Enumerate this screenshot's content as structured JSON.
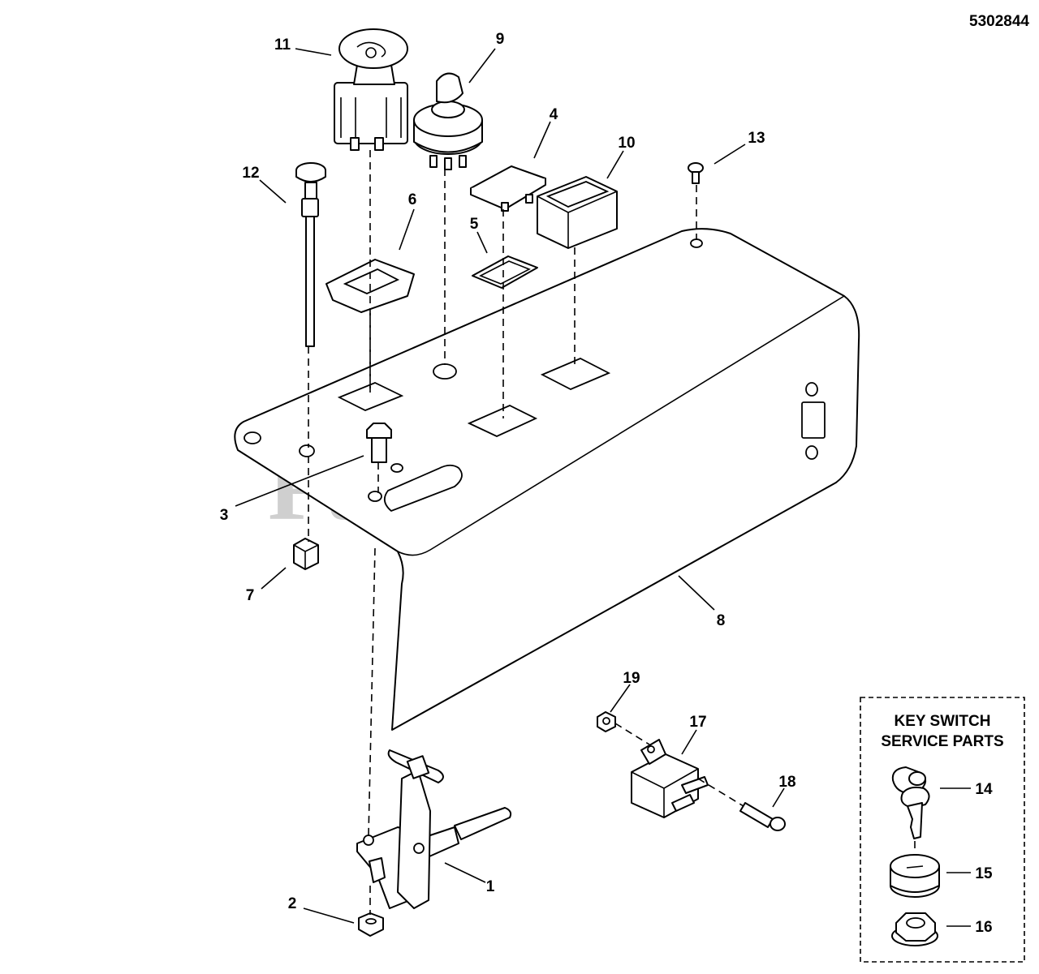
{
  "document": {
    "number": "5302844"
  },
  "watermark": {
    "text": "PartsTree",
    "tm": "™"
  },
  "callouts": {
    "c1": "1",
    "c2": "2",
    "c3": "3",
    "c4": "4",
    "c5": "5",
    "c6": "6",
    "c7": "7",
    "c8": "8",
    "c9": "9",
    "c10": "10",
    "c11": "11",
    "c12": "12",
    "c13": "13",
    "c14": "14",
    "c15": "15",
    "c16": "16",
    "c17": "17",
    "c18": "18",
    "c19": "19"
  },
  "service_box": {
    "title_line1": "KEY SWITCH",
    "title_line2": "SERVICE PARTS"
  }
}
